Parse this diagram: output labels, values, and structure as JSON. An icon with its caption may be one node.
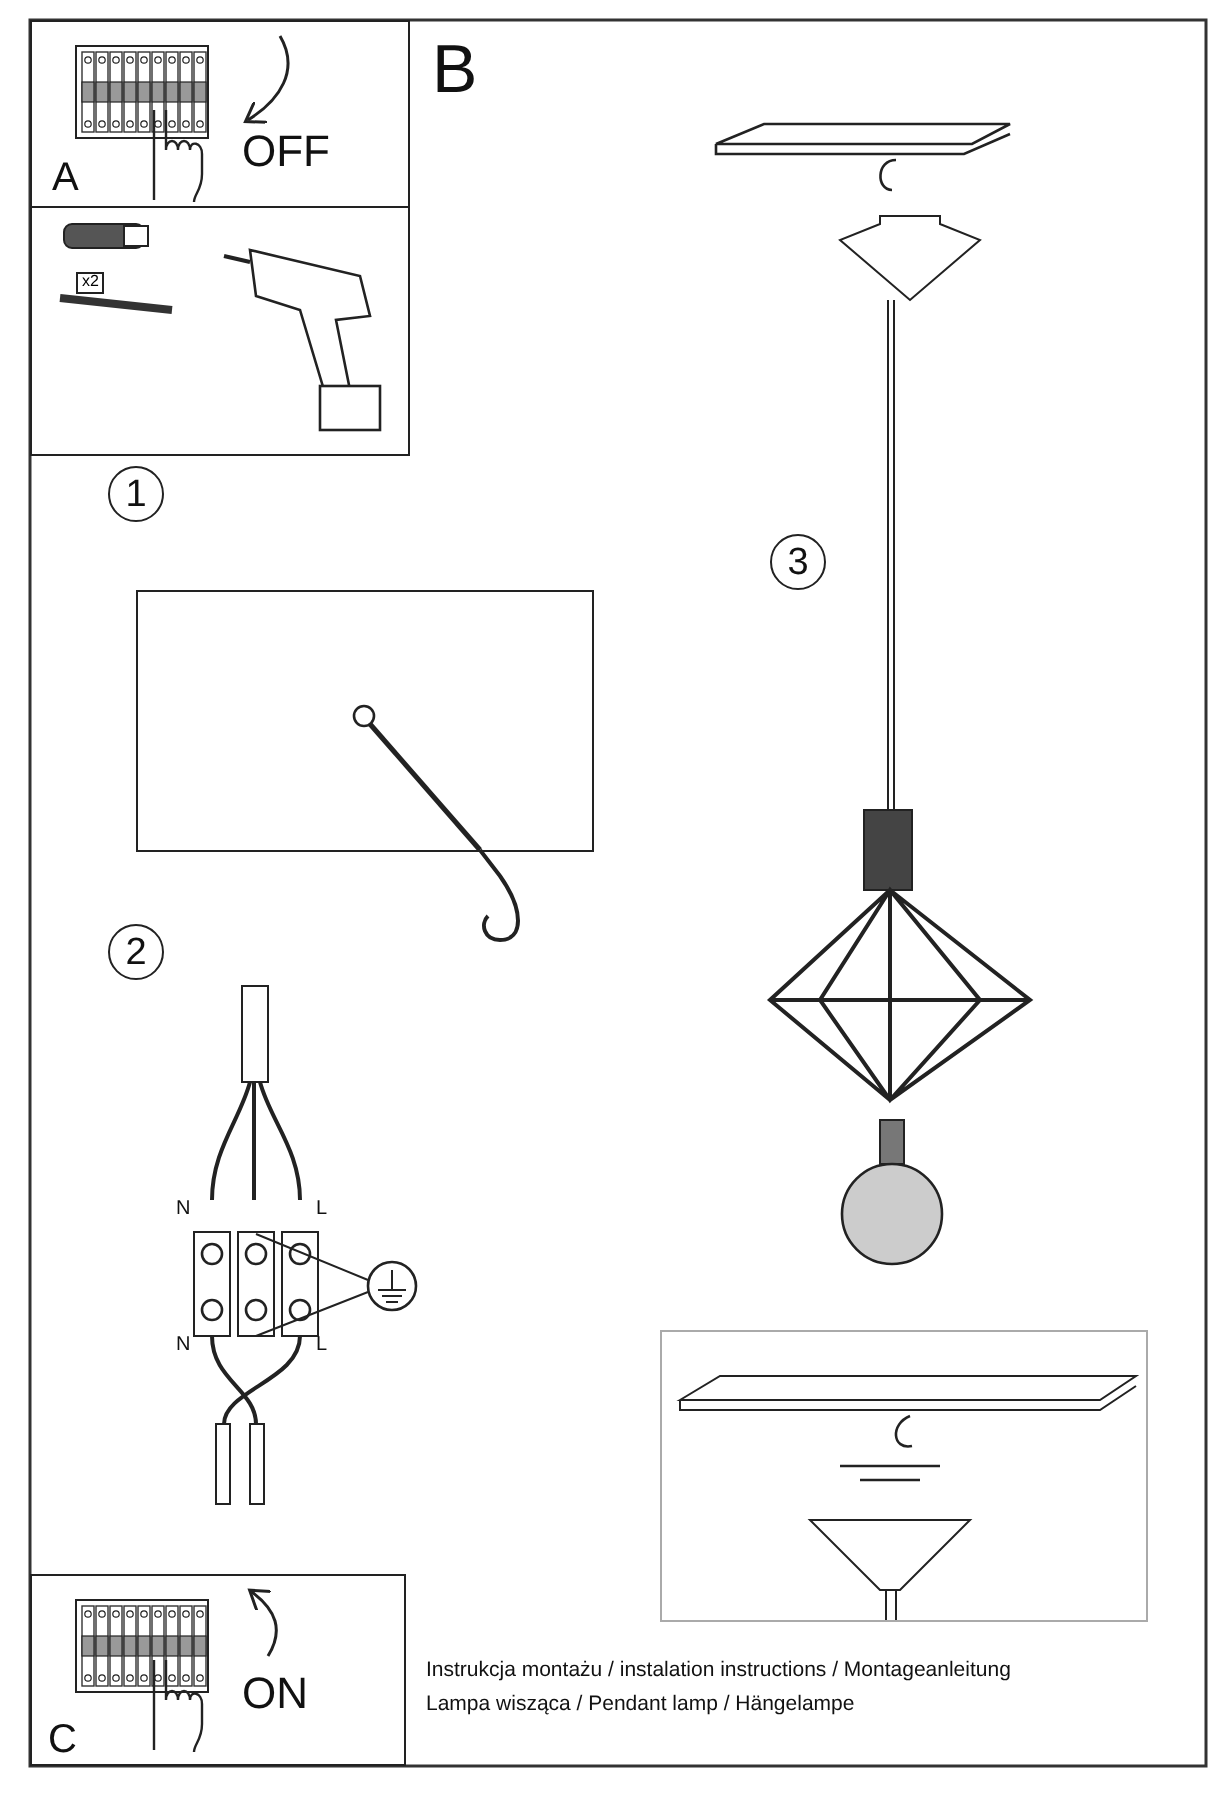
{
  "diagram": {
    "nodes": [
      {
        "text": [
          "A",
          "OFF"
        ]
      },
      {
        "text": [],
        "shape": "box"
      },
      {
        "text": [
          "x2"
        ],
        "in": 1
      },
      {
        "text": [
          "1"
        ]
      },
      {
        "text": [
          "2"
        ]
      },
      {
        "text": [
          "3"
        ]
      },
      {
        "text": [
          "C",
          "ON"
        ]
      },
      {
        "text": [],
        "shape": "box"
      },
      {
        "text": [],
        "shape": "box"
      }
    ],
    "labels": [
      "B",
      "N",
      "L",
      "N",
      "L",
      "Instrukcja montażu / instalation instructions / Montageanleitung",
      "Lampa wisząca / Pendant lamp / Hängelampe"
    ]
  }
}
